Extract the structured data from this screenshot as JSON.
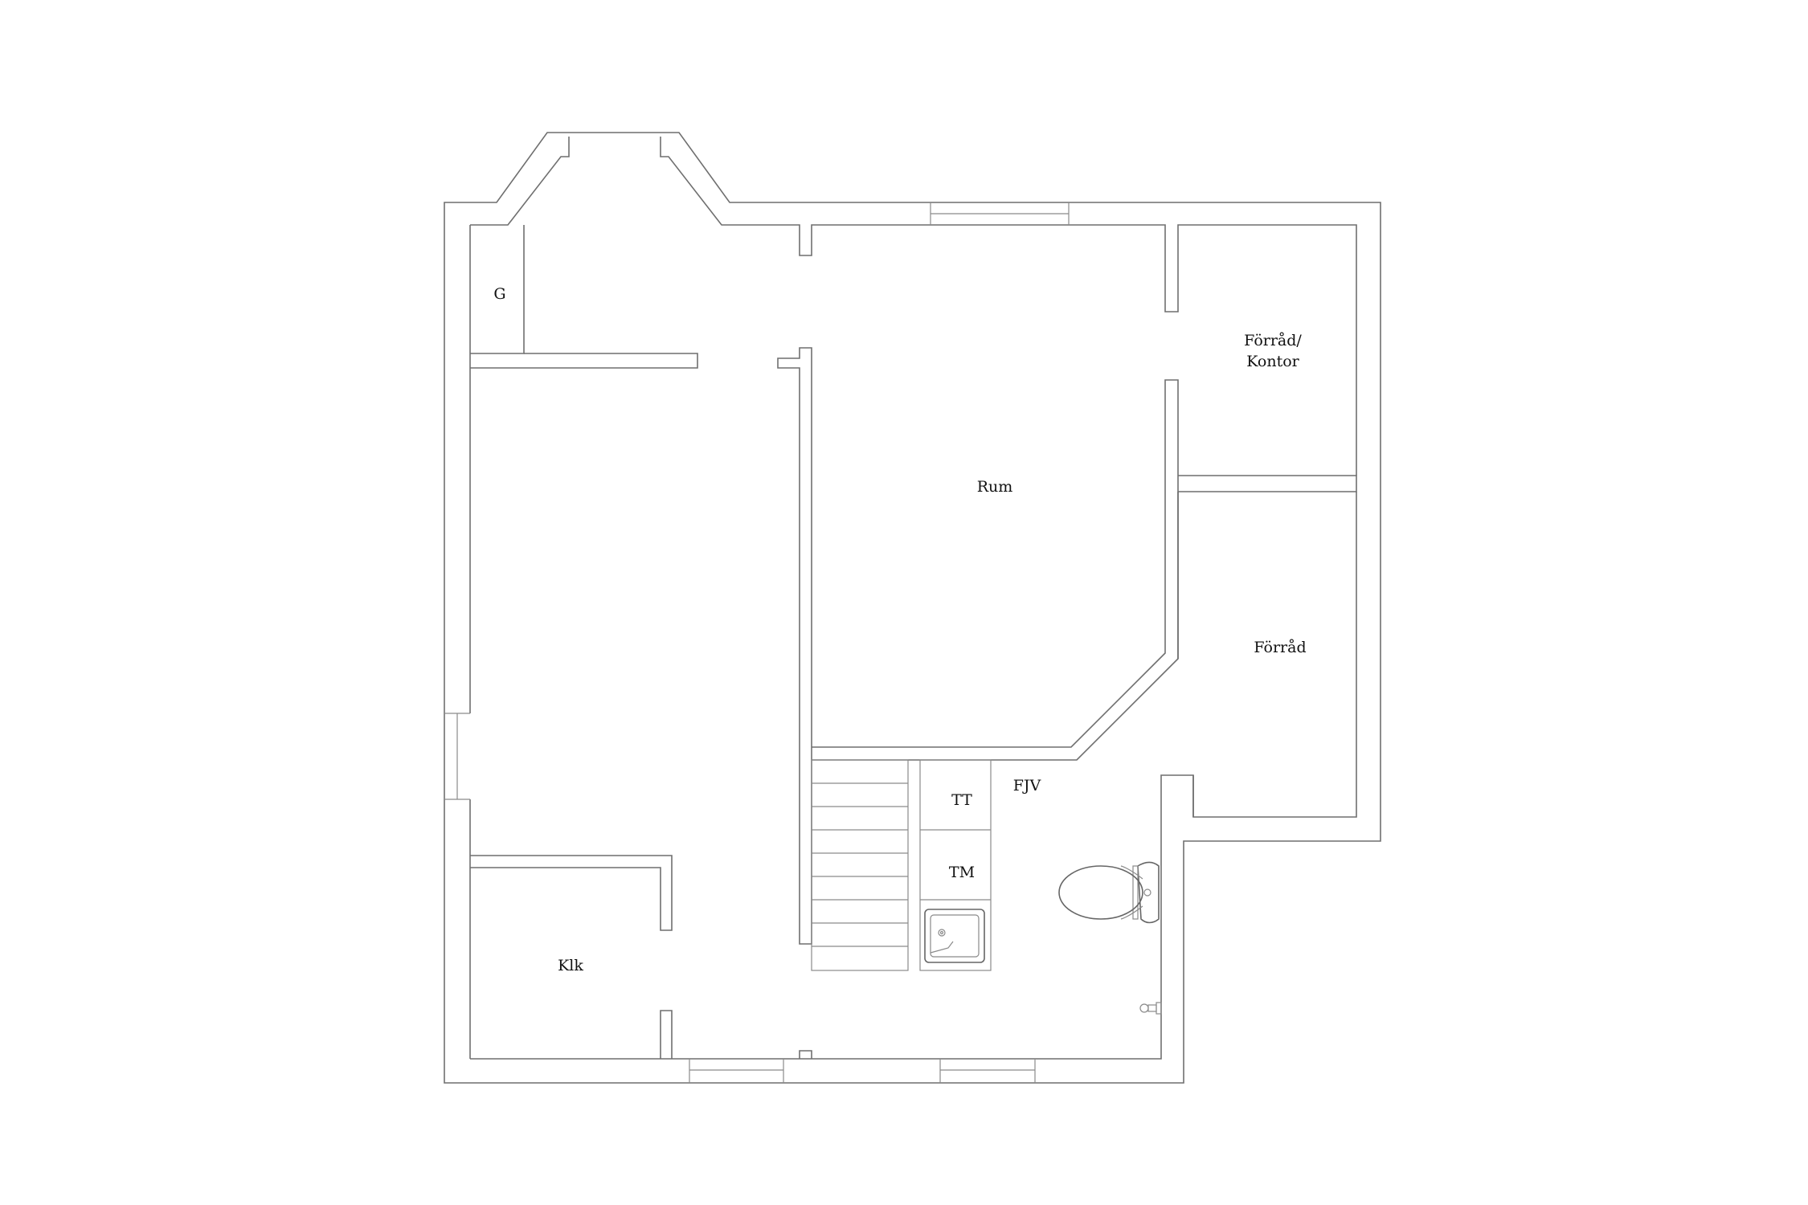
{
  "floor_plan": {
    "rooms": {
      "g": "G",
      "storage_office_line1": "Förråd/",
      "storage_office_line2": "Kontor",
      "room": "Rum",
      "storage": "Förråd",
      "drying_cabinet": "TT",
      "washing_machine": "TM",
      "district_heating": "FJV",
      "laundry": "Klk"
    }
  }
}
